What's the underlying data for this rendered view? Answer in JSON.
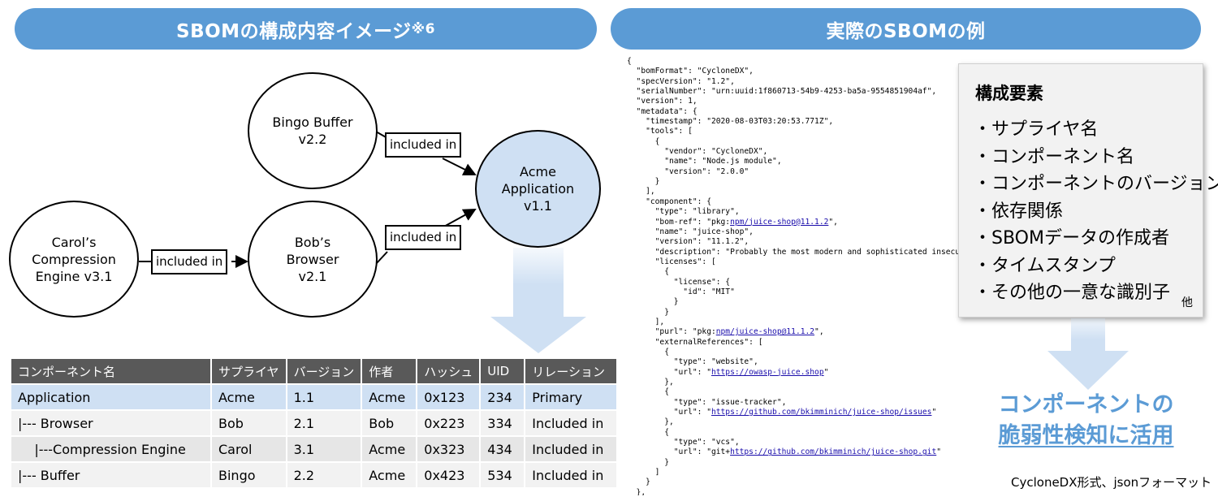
{
  "left_panel": {
    "title": "SBOMの構成内容イメージ",
    "title_note": "※6",
    "diagram": {
      "nodes": {
        "bingo": "Bingo Buffer\nv2.2",
        "bob": "Bob’s\nBrowser\nv2.1",
        "carol": "Carol’s\nCompression\nEngine v3.1",
        "acme": "Acme\nApplication\nv1.1"
      },
      "edges": [
        {
          "from": "bingo",
          "to": "acme",
          "label": "included in"
        },
        {
          "from": "bob",
          "to": "acme",
          "label": "included in"
        },
        {
          "from": "carol",
          "to": "bob",
          "label": "included in"
        }
      ]
    },
    "table": {
      "headers": [
        "コンポーネント名",
        "サプライヤ",
        "バージョン",
        "作者",
        "ハッシュ",
        "UID",
        "リレーション"
      ],
      "rows": [
        [
          "Application",
          "Acme",
          "1.1",
          "Acme",
          "0x123",
          "234",
          "Primary"
        ],
        [
          "|--- Browser",
          "Bob",
          "2.1",
          "Bob",
          "0x223",
          "334",
          "Included in"
        ],
        [
          "    |---Compression Engine",
          "Carol",
          "3.1",
          "Acme",
          "0x323",
          "434",
          "Included in"
        ],
        [
          "|--- Buffer",
          "Bingo",
          "2.2",
          "Acme",
          "0x423",
          "534",
          "Included in"
        ]
      ]
    }
  },
  "right_panel": {
    "title": "実際のSBOMの例",
    "code_lines": [
      {
        "text": "{"
      },
      {
        "text": "  \"bomFormat\": \"CycloneDX\","
      },
      {
        "text": "  \"specVersion\": \"1.2\","
      },
      {
        "text": "  \"serialNumber\": \"urn:uuid:1f860713-54b9-4253-ba5a-9554851904af\","
      },
      {
        "text": "  \"version\": 1,"
      },
      {
        "text": "  \"metadata\": {"
      },
      {
        "text": "    \"timestamp\": \"2020-08-03T03:20:53.771Z\","
      },
      {
        "text": "    \"tools\": ["
      },
      {
        "text": "      {"
      },
      {
        "text": "        \"vendor\": \"CycloneDX\","
      },
      {
        "text": "        \"name\": \"Node.js module\","
      },
      {
        "text": "        \"version\": \"2.0.0\""
      },
      {
        "text": "      }"
      },
      {
        "text": "    ],"
      },
      {
        "text": "    \"component\": {"
      },
      {
        "text": "      \"type\": \"library\","
      },
      {
        "pre": "      \"bom-ref\": \"pkg:",
        "link": "npm/juice-shop@11.1.2",
        "post": "\","
      },
      {
        "text": "      \"name\": \"juice-shop\","
      },
      {
        "text": "      \"version\": \"11.1.2\","
      },
      {
        "text": "      \"description\": \"Probably the most modern and sophisticated insecure"
      },
      {
        "text": "      \"licenses\": ["
      },
      {
        "text": "        {"
      },
      {
        "text": "          \"license\": {"
      },
      {
        "text": "            \"id\": \"MIT\""
      },
      {
        "text": "          }"
      },
      {
        "text": "        }"
      },
      {
        "text": "      ],"
      },
      {
        "pre": "      \"purl\": \"pkg:",
        "link": "npm/juice-shop@11.1.2",
        "post": "\","
      },
      {
        "text": "      \"externalReferences\": ["
      },
      {
        "text": "        {"
      },
      {
        "text": "          \"type\": \"website\","
      },
      {
        "pre": "          \"url\": \"",
        "link": "https://owasp-juice.shop",
        "post": "\""
      },
      {
        "text": "        },"
      },
      {
        "text": "        {"
      },
      {
        "text": "          \"type\": \"issue-tracker\","
      },
      {
        "pre": "          \"url\": \"",
        "link": "https://github.com/bkimminich/juice-shop/issues",
        "post": "\""
      },
      {
        "text": "        },"
      },
      {
        "text": "        {"
      },
      {
        "text": "          \"type\": \"vcs\","
      },
      {
        "pre": "          \"url\": \"git+",
        "link": "https://github.com/bkimminich/juice-shop.git",
        "post": "\""
      },
      {
        "text": "        }"
      },
      {
        "text": "      ]"
      },
      {
        "text": "    }"
      },
      {
        "text": "  },"
      }
    ],
    "elements_box": {
      "title": "構成要素",
      "items": [
        "・サプライヤ名",
        "・コンポーネント名",
        "・コンポーネントのバージョン",
        "・依存関係",
        "・SBOMデータの作成者",
        "・タイムスタンプ",
        "・その他の一意な識別子"
      ],
      "etc": "他"
    },
    "usage": {
      "line1": "コンポーネントの",
      "line2": "脆弱性検知に活用"
    },
    "format_note": "CycloneDX形式、jsonフォーマット"
  },
  "colors": {
    "accent": "#5b9bd5",
    "light_blue": "#cfe0f3",
    "header_gray": "#595959"
  }
}
